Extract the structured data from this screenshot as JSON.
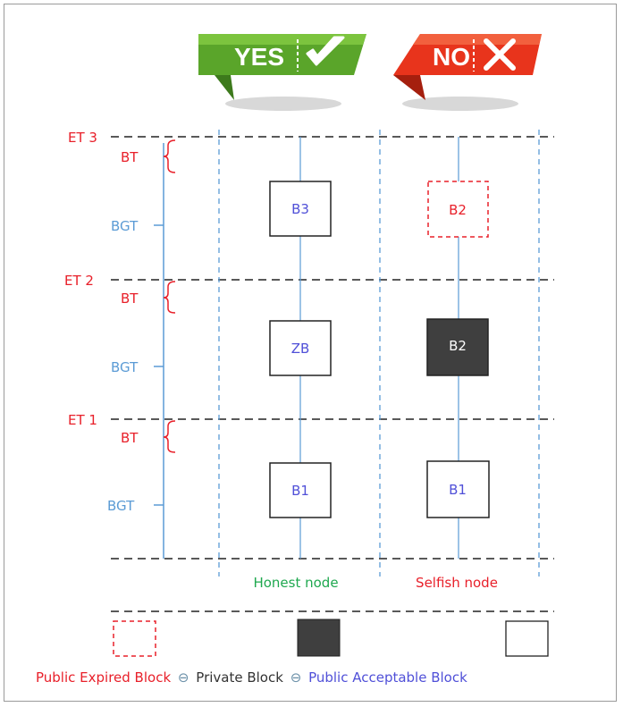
{
  "badges": {
    "yes": {
      "label": "YES",
      "icon": "check-icon",
      "color": "#5aa52a"
    },
    "no": {
      "label": "NO",
      "icon": "x-icon",
      "color": "#e8341c"
    }
  },
  "timeline": {
    "epochs": [
      "ET 3",
      "ET 2",
      "ET 1"
    ],
    "bt_label": "BT",
    "bgt_label": "BGT"
  },
  "columns": {
    "honest": {
      "label": "Honest node",
      "color": "#1fa84f"
    },
    "selfish": {
      "label": "Selfish node",
      "color": "#e8202a"
    }
  },
  "blocks": {
    "honest": [
      "B3",
      "ZB",
      "B1"
    ],
    "selfish": [
      "B2",
      "B2",
      "B1"
    ]
  },
  "legend": {
    "expired": "Public Expired Block",
    "private": "Private Block",
    "acceptable": "Public Acceptable Block",
    "sep": "⊖"
  },
  "colors": {
    "red": "#e8202a",
    "blue": "#5b9bd5",
    "purple": "#5050d8",
    "private_fill": "#3f3f3f"
  }
}
